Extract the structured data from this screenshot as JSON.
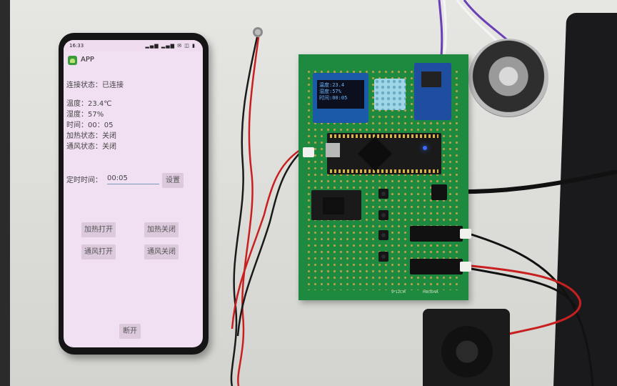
{
  "phone": {
    "status_time": "16:33",
    "status_icons": "▂▄▆ ▂▄▆ ✉ ◫ ▮",
    "app_title": "APP",
    "connection": "连接状态：已连接",
    "temperature": "温度：23.4℃",
    "humidity": "湿度：57%",
    "time": "时间：00：05",
    "heating_status": "加热状态：关闭",
    "ventilation_status": "通风状态：关闭",
    "timer_label": "定时时间：",
    "timer_value": "00:05",
    "set_button": "设置",
    "heat_on_button": "加热打开",
    "heat_off_button": "加热关闭",
    "vent_on_button": "通风打开",
    "vent_off_button": "通风关闭",
    "disconnect_button": "断开"
  },
  "board": {
    "oled_lines": [
      "温度:23.4",
      "湿度:57%",
      "时间:00:05"
    ],
    "pcb_label_left": "9*12CM",
    "pcb_label_right": "HW304A"
  },
  "colors": {
    "screen_bg": "#f1dff2",
    "button_bg": "#dcc9dc",
    "pcb_green": "#1e8a3f",
    "oled_text": "#6fb8ff"
  }
}
